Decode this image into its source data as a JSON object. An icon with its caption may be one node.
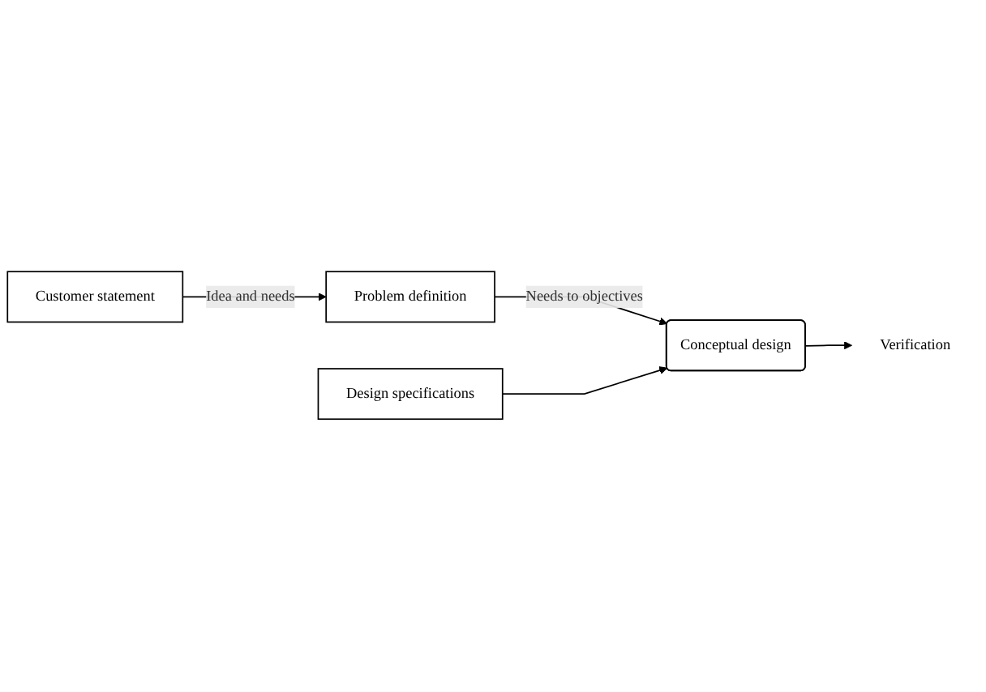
{
  "diagram": {
    "nodes": [
      {
        "text": [
          "Customer statement"
        ]
      },
      {
        "text": [
          "Problem definition"
        ]
      },
      {
        "text": [
          "Design specifications"
        ]
      },
      {
        "text": [
          "Conceptual design"
        ]
      },
      {
        "text": [
          "Verification"
        ]
      }
    ],
    "edges": [
      {
        "from": 0,
        "to": 1,
        "arrow": "to",
        "label": "Idea and needs"
      },
      {
        "from": 1,
        "to": 3,
        "arrow": "to",
        "label": "Needs to objectives"
      },
      {
        "from": 2,
        "to": 3,
        "arrow": "to"
      },
      {
        "from": 3,
        "to": 4,
        "arrow": "to"
      }
    ]
  }
}
